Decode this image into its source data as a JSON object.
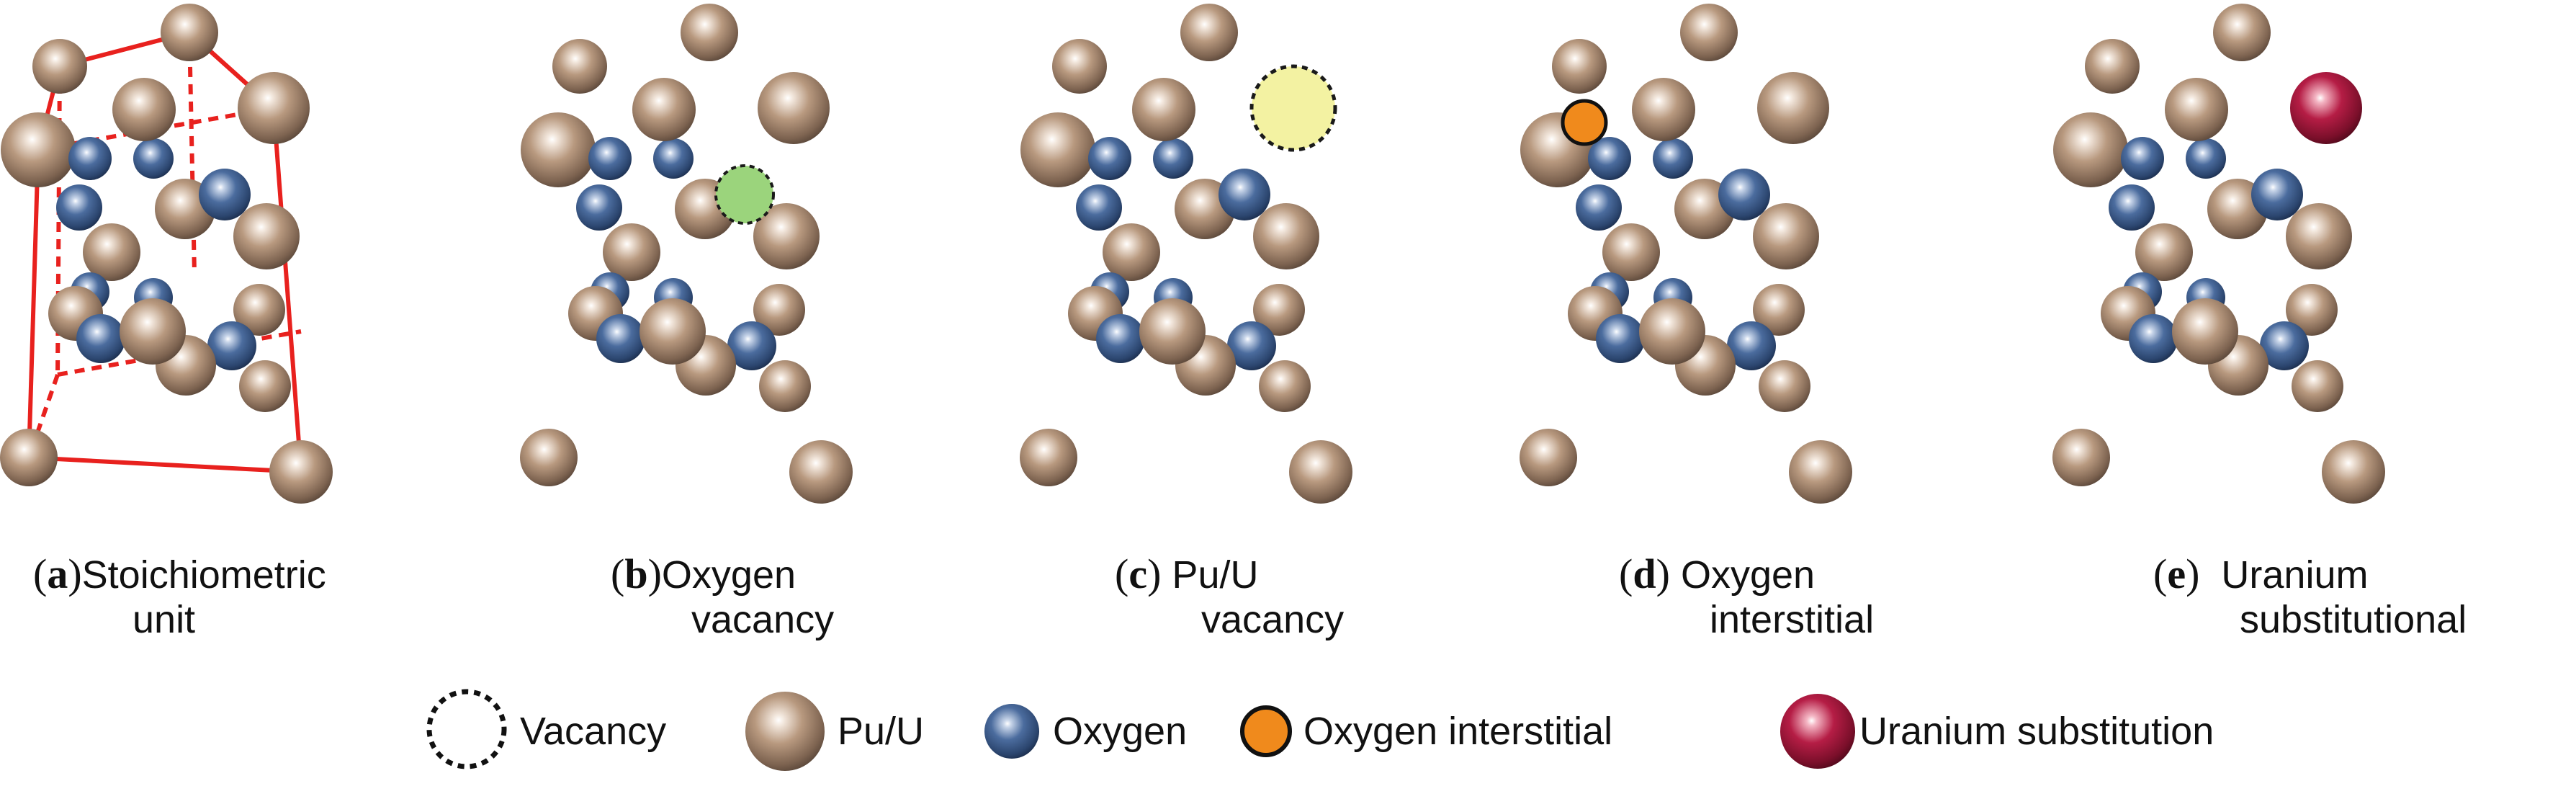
{
  "panels": [
    {
      "id": "a",
      "letter": "a",
      "line1": "Stoichiometric",
      "line2": "unit"
    },
    {
      "id": "b",
      "letter": "b",
      "line1": "Oxygen",
      "line2": "vacancy"
    },
    {
      "id": "c",
      "letter": "c",
      "line1": "Pu/U",
      "line2": "vacancy"
    },
    {
      "id": "d",
      "letter": "d",
      "line1": "Oxygen",
      "line2": "interstitial"
    },
    {
      "id": "e",
      "letter": "e",
      "line1": "Uranium",
      "line2": "substitutional"
    }
  ],
  "legend": {
    "vacancy": "Vacancy",
    "puu": "Pu/U",
    "oxygen": "Oxygen",
    "interstitial": "Oxygen interstitial",
    "substitution": "Uranium substitution"
  },
  "colors": {
    "pu_u": "#a98a72",
    "oxygen": "#3a5d8f",
    "interstitial": "#f08a1c",
    "substitution": "#a8163a",
    "oxygen_vacancy_fill": "#9bd47c",
    "cation_vacancy_fill": "#f3f2a2",
    "cell_edge": "#e8211e"
  }
}
